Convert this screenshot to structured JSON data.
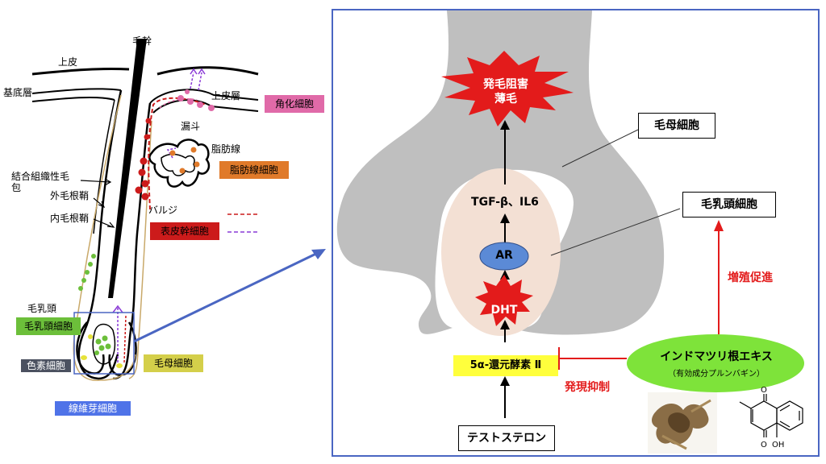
{
  "left": {
    "labels": {
      "hair_shaft": "毛幹",
      "epidermis_top": "上皮",
      "basal_layer": "基底層",
      "epidermis_right": "上皮層",
      "infundibulum": "漏斗",
      "sebaceous_gland": "脂肪線",
      "connective_sheath": "結合組織性毛\n包",
      "outer_root_sheath": "外毛根鞘",
      "inner_root_sheath": "内毛根鞘",
      "bulge": "バルジ",
      "dermal_papilla": "毛乳頭"
    },
    "tags": {
      "keratinocyte": "角化細胞",
      "sebocyte": "脂肪線細胞",
      "epidermal_stem": "表皮幹細胞",
      "dermal_papilla_cell": "毛乳頭細胞",
      "melanocyte": "色素細胞",
      "matrix_cell": "毛母細胞",
      "fibroblast": "線維芽細胞"
    },
    "colors": {
      "keratinocyte": "#e06aa8",
      "sebocyte": "#e07a2a",
      "epidermal_stem": "#cc1b1b",
      "dermal_papilla_cell": "#6cbf3a",
      "melanocyte": "#4b5160",
      "matrix_cell": "#d4cf4a",
      "fibroblast": "#4f73e8"
    }
  },
  "right": {
    "inhibit_label": "発毛阻害\n薄毛",
    "matrix_cell_label": "毛母細胞",
    "growth_factors": "TGF-β、IL6",
    "dermal_papilla_cell_label": "毛乳頭細胞",
    "ar": "AR",
    "dht": "DHT",
    "enzyme": "5α-還元酵素 Ⅱ",
    "testosterone": "テストステロン",
    "proliferation": "増殖促進",
    "expression_inhibit": "発現抑制",
    "extract": "インドマツリ根エキス",
    "extract_sub": "（有効成分プルンバギン）",
    "molecule": {
      "o_top": "O",
      "o_bottom": "O",
      "oh": "OH"
    }
  }
}
